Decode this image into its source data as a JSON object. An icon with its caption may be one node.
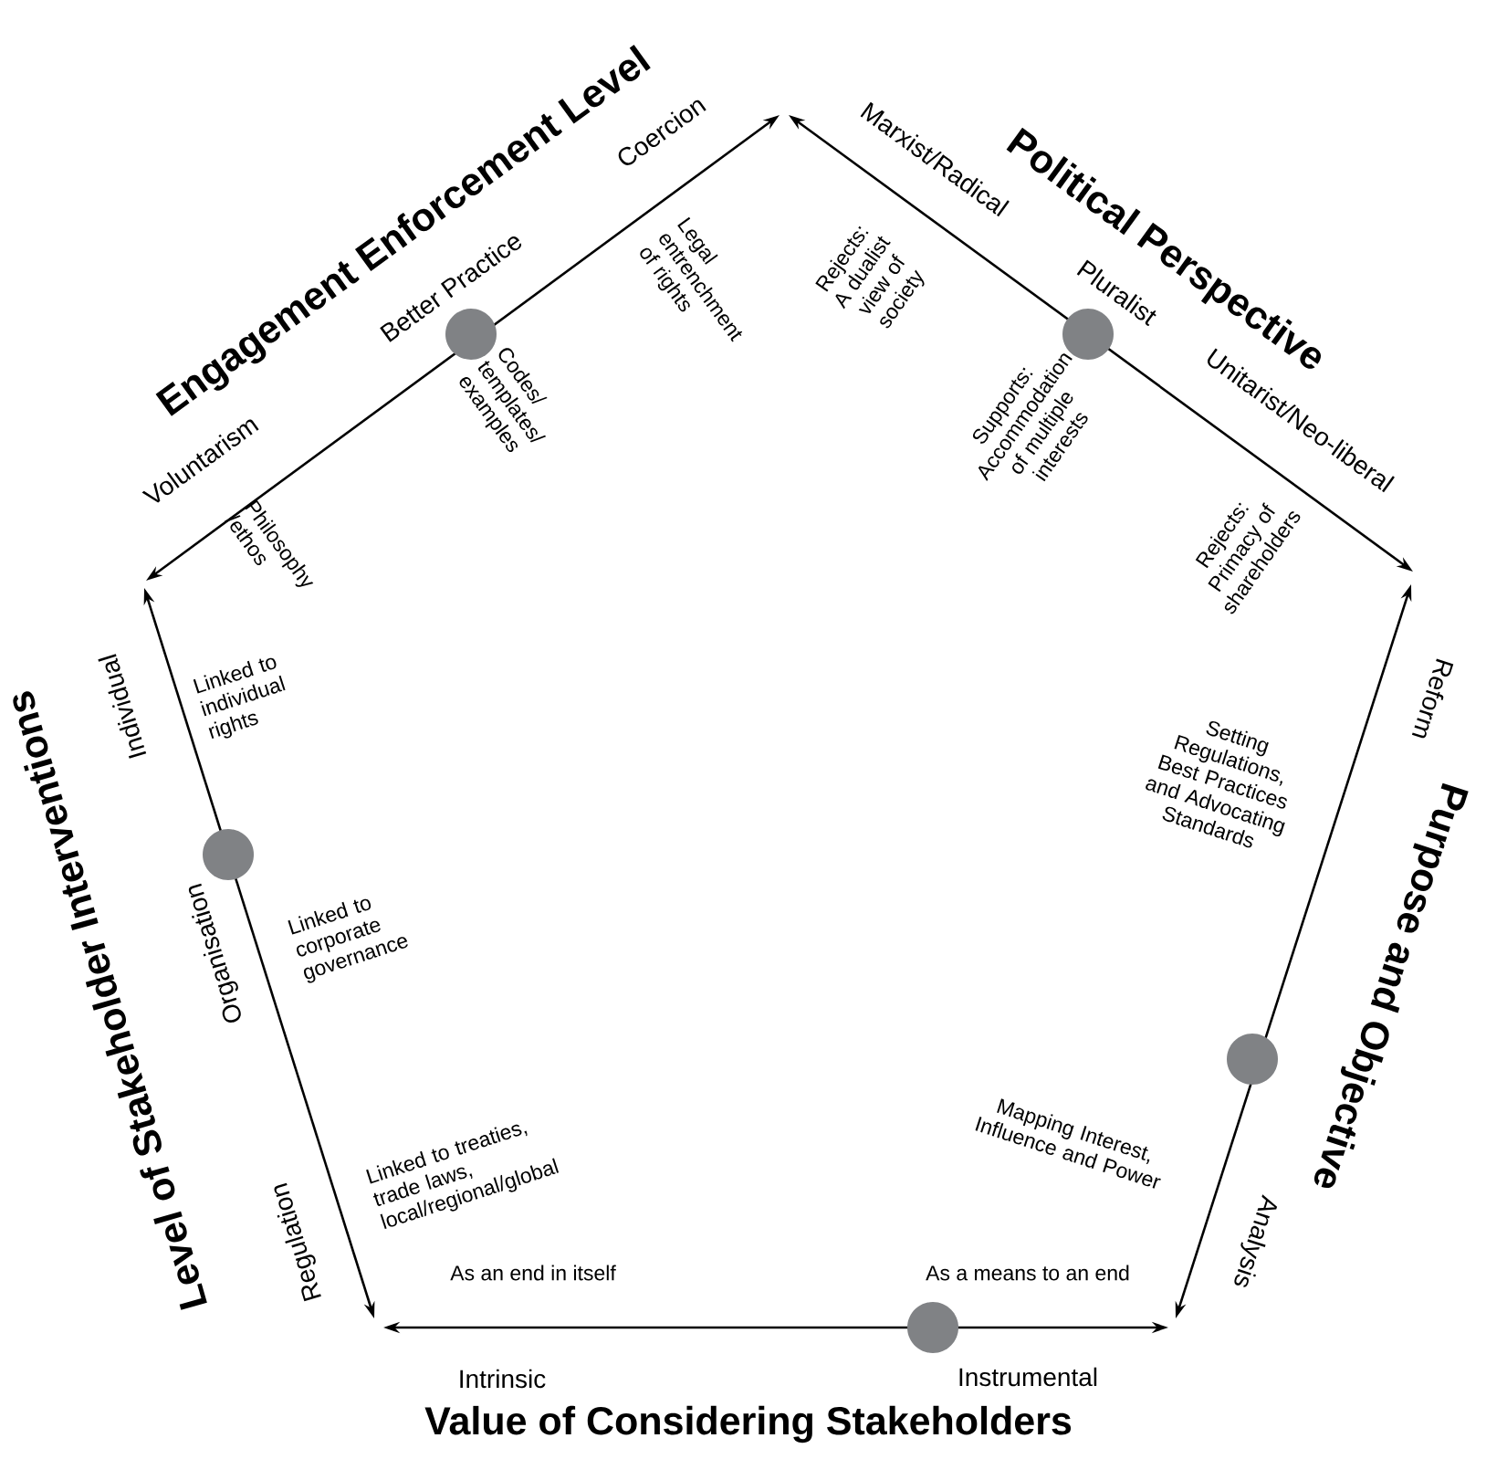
{
  "diagram": {
    "labels": [
      "Engagement Enforcement Level",
      "Voluntarism",
      "Better Practice",
      "Coercion",
      "Legal entrenchment of rights",
      "Codes/ templates/ examples",
      "Philosophy /ethos",
      "Political Perspective",
      "Marxist/Radical",
      "Pluralist",
      "Unitarist/Neo-liberal",
      "Rejects: A dualist view of society",
      "Supports: Accommodation of multiple interests",
      "Rejects: Primacy of shareholders",
      "Level of Stakeholder Interventions",
      "Individual",
      "Organisation",
      "Regulation",
      "Linked to individual rights",
      "Linked to corporate governance",
      "Purpose and Objective",
      "Reform",
      "Setting Regulations, Best Practices and Advocating Standards",
      "Mapping Interest, Influence and Power",
      "Analysis",
      "Linked to treaties, trade laws, local/regional/global",
      "As an end in itself",
      "As a means to an end",
      "Intrinsic",
      "Instrumental",
      "Value of Considering Stakeholders"
    ]
  }
}
